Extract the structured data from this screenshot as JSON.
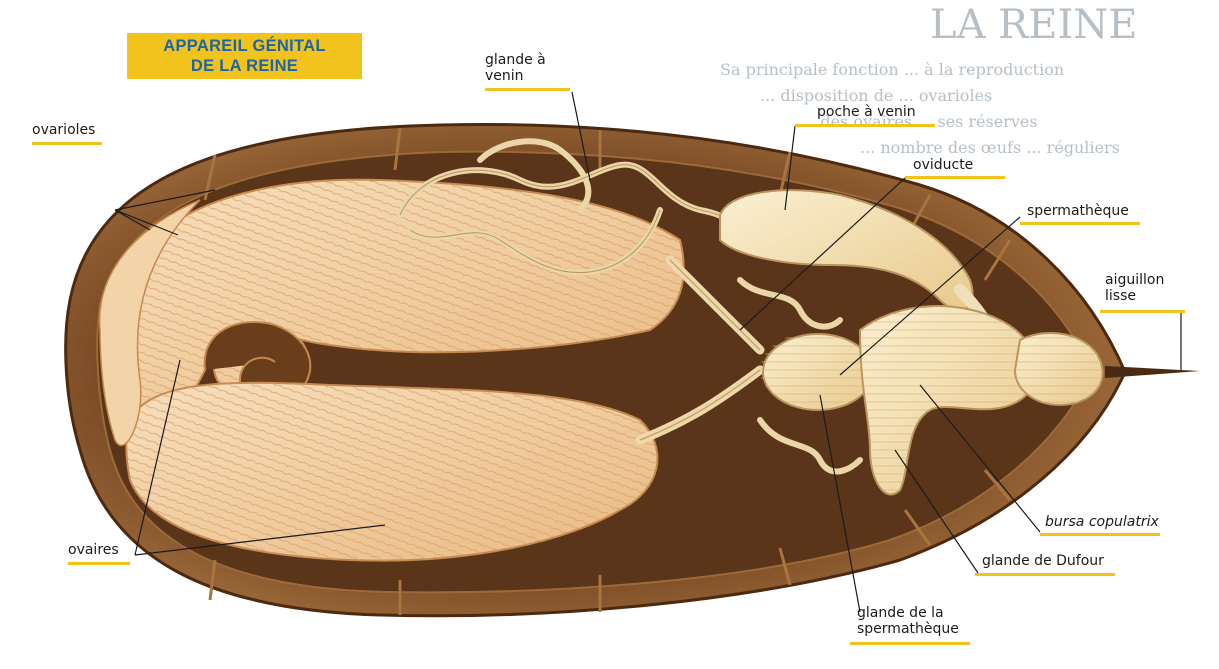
{
  "title": {
    "line1": "APPAREIL GÉNITAL",
    "line2": "DE LA REINE"
  },
  "labels": {
    "ovarioles": "ovarioles",
    "ovaires": "ovaires",
    "glande_venin": "glande à\nvenin",
    "poche_venin": "poche à venin",
    "oviducte": "oviducte",
    "spermatheque": "spermathèque",
    "aiguillon": "aiguillon\nlisse",
    "bursa": "bursa copulatrix",
    "dufour": "glande de Dufour",
    "glande_sperm": "glande de la\nspermathèque"
  },
  "background_text": {
    "heading": "LA REINE",
    "lines": [
      "Sa principale fonction ... à la reproduction",
      "... disposition de ... ovarioles",
      "... des ovaires ... ses réserves",
      "... nombre des œufs ... réguliers"
    ]
  },
  "colors": {
    "title_bg": "#f2c21d",
    "title_text": "#1a66a8",
    "label_underline": "#f2c21d",
    "shell": "#7a4a26",
    "ovary": "#f1cfa0"
  }
}
